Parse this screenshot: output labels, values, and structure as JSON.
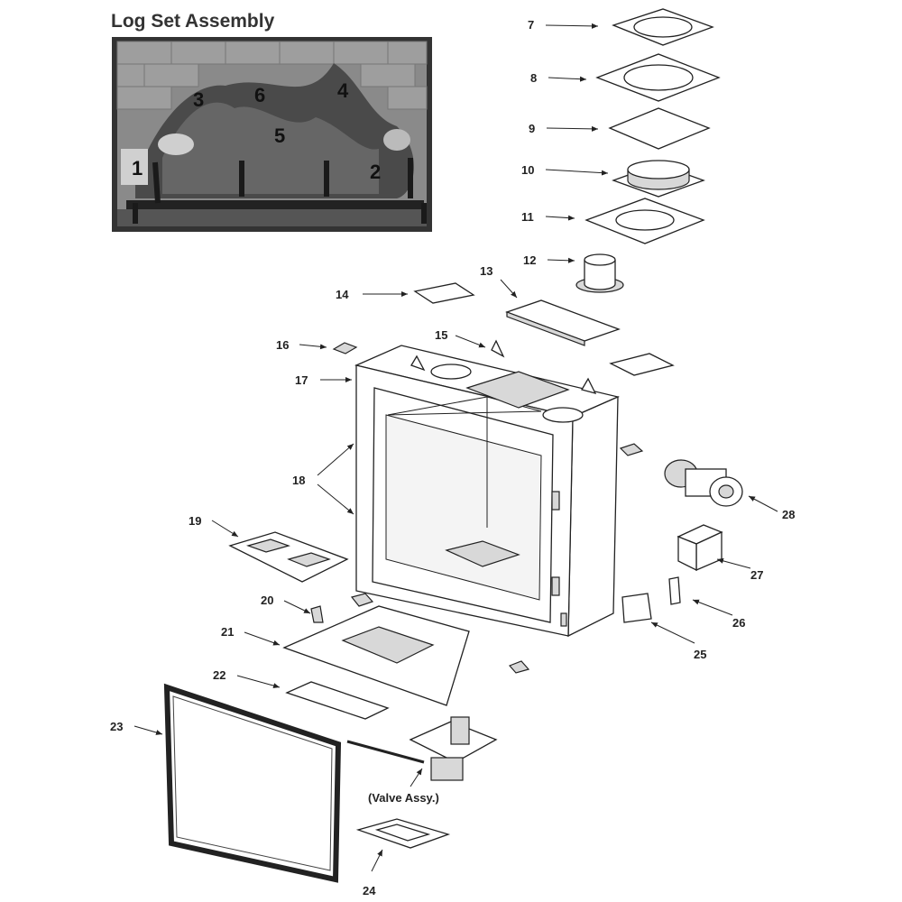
{
  "title": "Log Set Assembly",
  "log_labels": [
    "1",
    "2",
    "3",
    "4",
    "5",
    "6"
  ],
  "part_labels": {
    "p7": "7",
    "p8": "8",
    "p9": "9",
    "p10": "10",
    "p11": "11",
    "p12": "12",
    "p13": "13",
    "p14": "14",
    "p15": "15",
    "p16": "16",
    "p17": "17",
    "p18": "18",
    "p19": "19",
    "p20": "20",
    "p21": "21",
    "p22": "22",
    "p23": "23",
    "p24": "24",
    "p25": "25",
    "p26": "26",
    "p27": "27",
    "p28": "28",
    "valve": "(Valve Assy.)"
  }
}
